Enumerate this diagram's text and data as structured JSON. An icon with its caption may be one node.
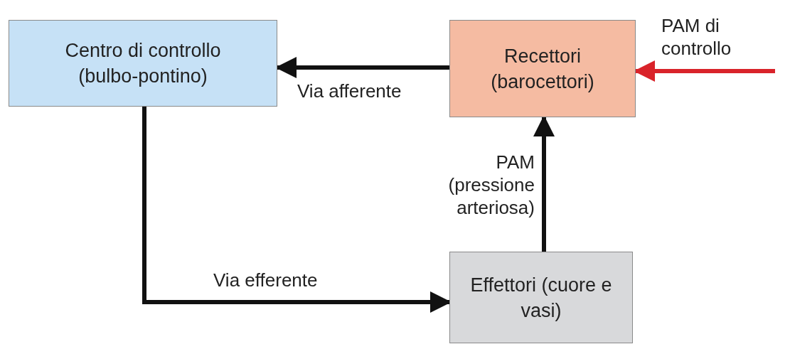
{
  "diagram": {
    "nodes": [
      {
        "text": [
          "Centro di controllo (bulbo-pontino)"
        ]
      },
      {
        "text": [
          "Recettori (barocettori)"
        ]
      },
      {
        "text": [
          "Effettori (cuore e vasi)"
        ]
      }
    ],
    "edges": [
      {
        "from": 1,
        "to": 0,
        "arrow": "to",
        "label": "Via afferente"
      },
      {
        "from": 0,
        "to": 2,
        "arrow": "to",
        "label": "Via efferente"
      },
      {
        "from": 2,
        "to": 1,
        "arrow": "to",
        "label": "PAM (pressione arteriosa)"
      },
      {
        "from": null,
        "to": 1,
        "arrow": "to",
        "label": "PAM di controllo",
        "color": "#d9232a"
      }
    ]
  }
}
